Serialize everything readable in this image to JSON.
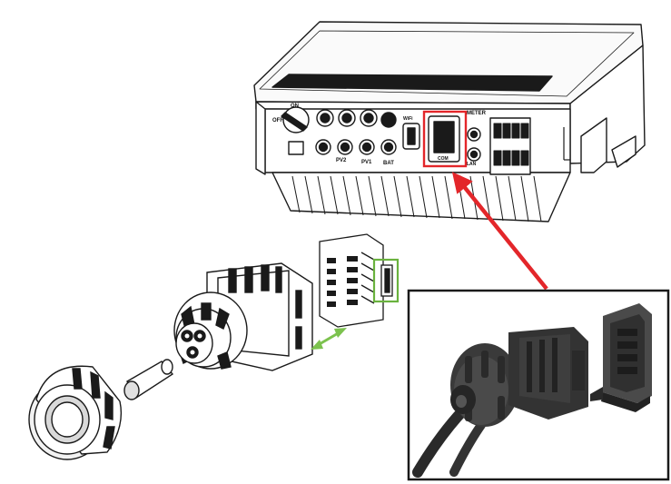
{
  "inverter": {
    "labels": {
      "on": "ON",
      "off": "OFF",
      "pv2": "PV2",
      "pv1": "PV1",
      "bat": "BAT",
      "meter": "METER",
      "com": "COM",
      "lan": "LAN",
      "wifi": "WiFi"
    }
  },
  "colors": {
    "highlight_red": "#e3262a",
    "highlight_green": "#6ab23e",
    "arrow_green": "#7cc24e",
    "line": "#1a1a1a",
    "inset_bg": "#ffffff"
  },
  "icons": [
    "inverter-illustration",
    "connector-nut",
    "connector-seal",
    "connector-body",
    "terminal-block",
    "mated-connector-photo"
  ]
}
